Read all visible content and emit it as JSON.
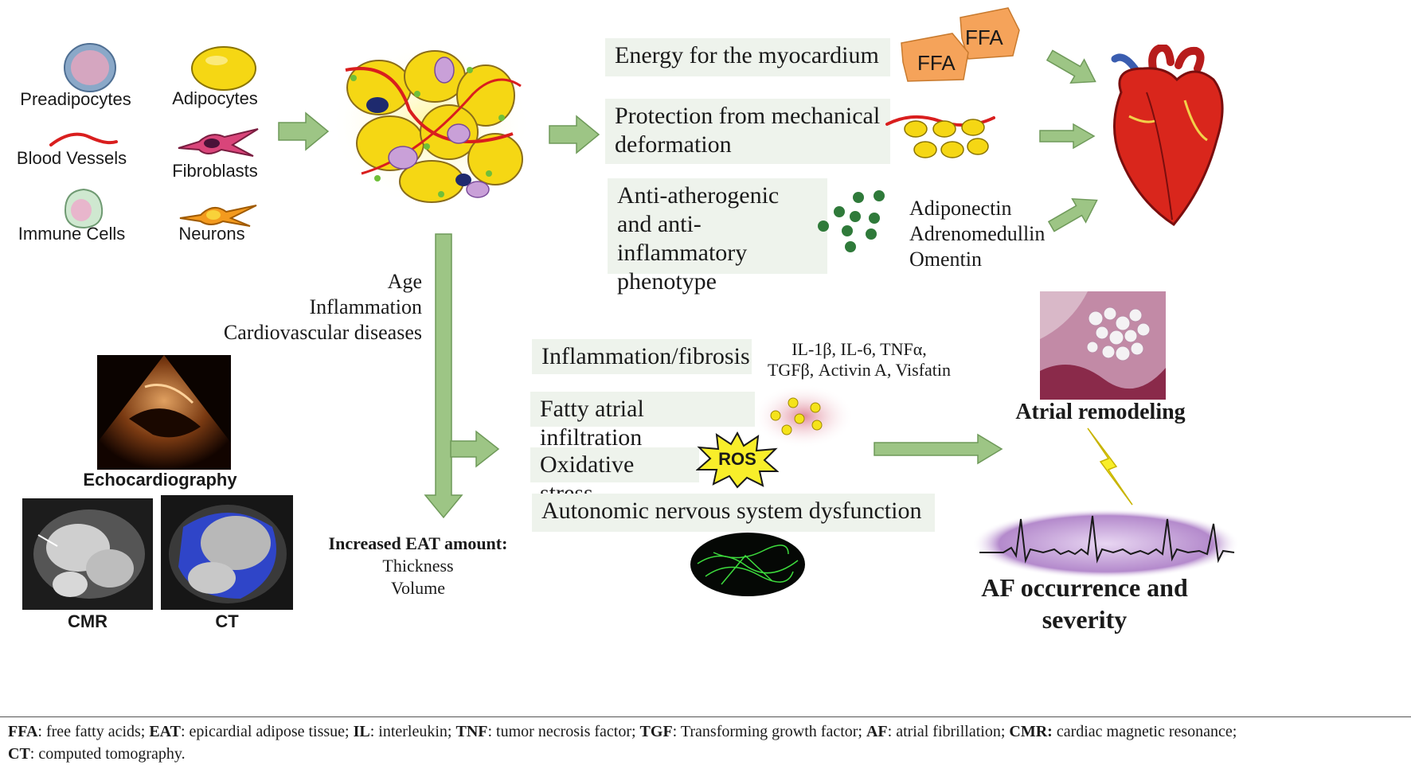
{
  "cells": {
    "preadipocytes": "Preadipocytes",
    "adipocytes": "Adipocytes",
    "blood_vessels": "Blood Vessels",
    "fibroblasts": "Fibroblasts",
    "immune_cells": "Immune Cells",
    "neurons": "Neurons"
  },
  "functions": {
    "energy": "Energy for the myocardium",
    "protection": "Protection from mechanical deformation",
    "anti": "Anti-atherogenic and anti-inflammatory phenotype",
    "ffa_1": "FFA",
    "ffa_2": "FFA",
    "adiponectin": "Adiponectin",
    "adrenomedullin": "Adrenomedullin",
    "omentin": "Omentin"
  },
  "factors": {
    "age": "Age",
    "inflammation": "Inflammation",
    "cvd": "Cardiovascular diseases"
  },
  "eat": {
    "title": "Increased EAT amount:",
    "thickness": "Thickness",
    "volume": "Volume"
  },
  "imaging": {
    "echo": "Echocardiography",
    "cmr": "CMR",
    "ct": "CT"
  },
  "mechanisms": {
    "inflammation": "Inflammation/fibrosis",
    "cytokines_1": "IL-1β, IL-6, TNFα,",
    "cytokines_2": "TGFβ, Activin A, Visfatin",
    "fatty": "Fatty atrial infiltration",
    "oxidative": "Oxidative stress",
    "ros": "ROS",
    "autonomic": "Autonomic nervous system dysfunction"
  },
  "outcome": {
    "remodeling": "Atrial remodeling",
    "af_1": "AF occurrence and",
    "af_2": "severity"
  },
  "footer": {
    "ffa_k": "FFA",
    "ffa_v": ": free fatty acids; ",
    "eat_k": "EAT",
    "eat_v": ": epicardial adipose tissue; ",
    "il_k": "IL",
    "il_v": ": interleukin; ",
    "tnf_k": "TNF",
    "tnf_v": ": tumor necrosis factor; ",
    "tgf_k": "TGF",
    "tgf_v": ": Transforming growth factor; ",
    "af_k": "AF",
    "af_v": ": atrial fibrillation; ",
    "cmr_k": "CMR:",
    "cmr_v": " cardiac magnetic resonance; ",
    "ct_k": "CT",
    "ct_v": ": computed tomography."
  },
  "colors": {
    "arrow_fill": "#9dc585",
    "arrow_stroke": "#6f9a5a",
    "box_bg": "#eef3ec",
    "adipocyte": "#f5d714",
    "vessel": "#d91e1e"
  }
}
